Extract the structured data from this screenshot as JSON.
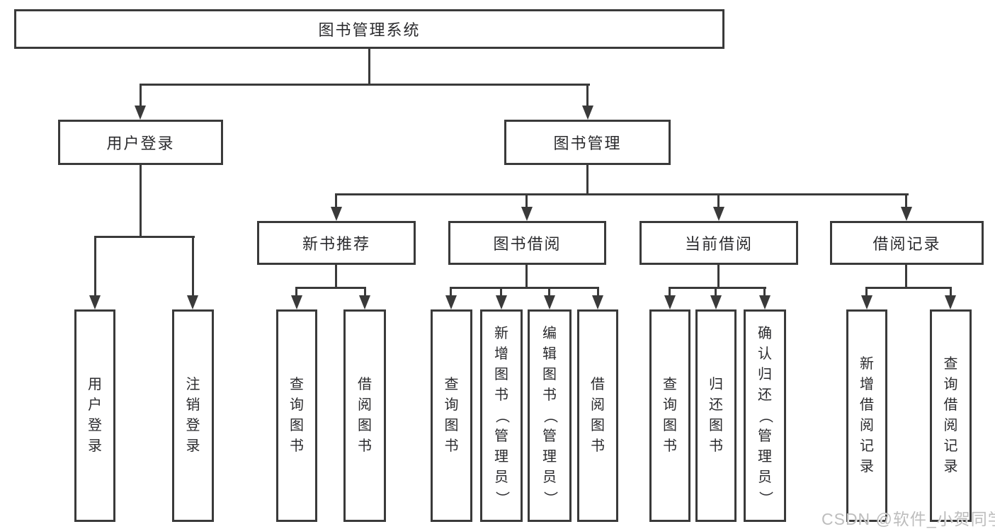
{
  "root": {
    "label": "图书管理系统"
  },
  "branches": [
    {
      "label": "用户登录",
      "children": [
        {
          "label": "用户登录"
        },
        {
          "label": "注销登录"
        }
      ]
    },
    {
      "label": "图书管理",
      "children": [
        {
          "label": "新书推荐",
          "children": [
            {
              "label": "查询图书"
            },
            {
              "label": "借阅图书"
            }
          ]
        },
        {
          "label": "图书借阅",
          "children": [
            {
              "label": "查询图书"
            },
            {
              "label": "新增图书（管理员）"
            },
            {
              "label": "编辑图书（管理员）"
            },
            {
              "label": "借阅图书"
            }
          ]
        },
        {
          "label": "当前借阅",
          "children": [
            {
              "label": "查询图书"
            },
            {
              "label": "归还图书"
            },
            {
              "label": "确认归还（管理员）"
            }
          ]
        },
        {
          "label": "借阅记录",
          "children": [
            {
              "label": "新增借阅记录"
            },
            {
              "label": "查询借阅记录"
            }
          ]
        }
      ]
    }
  ],
  "watermark": "CSDN @软件_小贺同学",
  "colors": {
    "line": "#3a3a3a",
    "text": "#2b2b2e",
    "watermark": "#bdbdbd"
  }
}
